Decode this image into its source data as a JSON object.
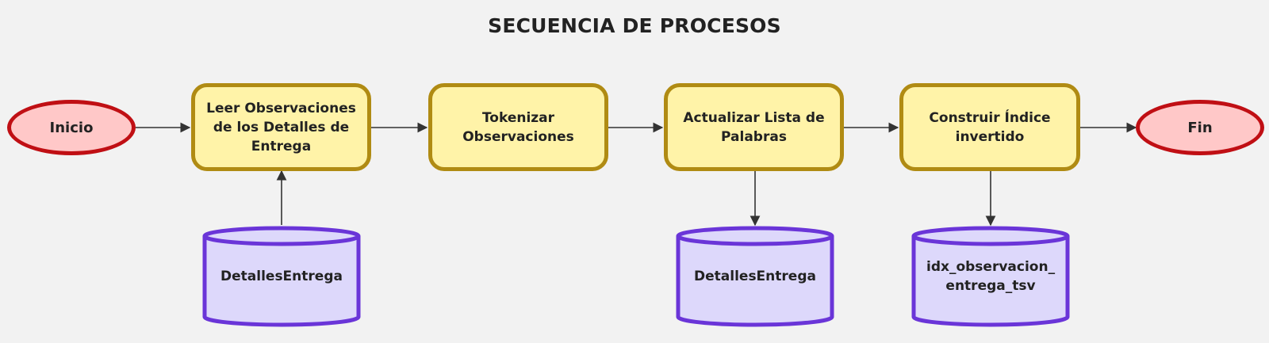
{
  "title": "SECUENCIA DE PROCESOS",
  "nodes": {
    "inicio": "Inicio",
    "leer": "Leer Observaciones de los Detalles de Entrega",
    "tokenizar": "Tokenizar Observaciones",
    "actualizar": "Actualizar Lista de Palabras",
    "construir": "Construir Índice invertido",
    "fin": "Fin"
  },
  "datastores": {
    "detalles_1": "DetallesEntrega",
    "detalles_2": "DetallesEntrega",
    "idx": "idx_observacion_ entrega_tsv"
  },
  "colors": {
    "background": "#f2f2f2",
    "terminal_fill": "#ffc8c8",
    "terminal_border": "#c00f14",
    "process_fill": "#fff3a8",
    "process_border": "#b08b13",
    "db_fill": "#ddd8fb",
    "db_border": "#6a35d8",
    "edge": "#333333"
  }
}
